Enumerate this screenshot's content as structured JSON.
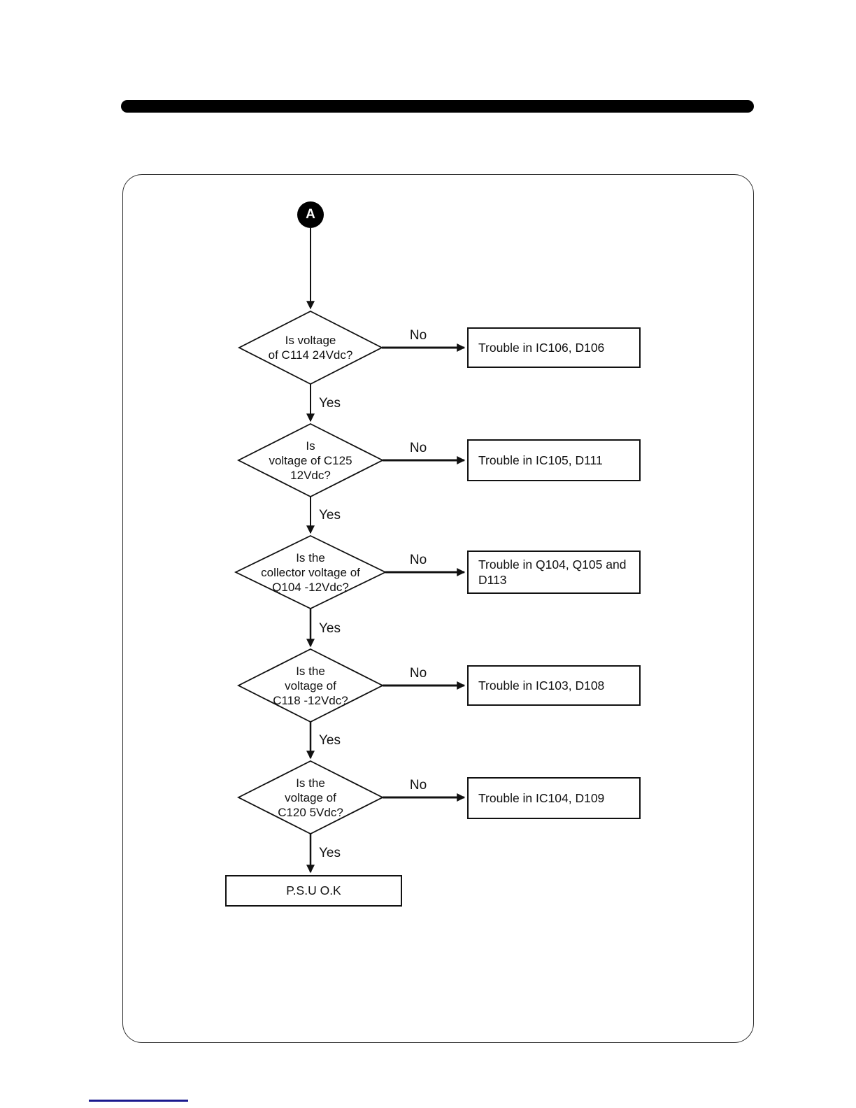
{
  "flowchart": {
    "entry_label": "A",
    "decisions": [
      {
        "question": "Is voltage\nof C114 24Vdc?",
        "no_label": "No",
        "yes_label": "Yes",
        "no_result": "Trouble in IC106, D106"
      },
      {
        "question": "Is\nvoltage of C125\n12Vdc?",
        "no_label": "No",
        "yes_label": "Yes",
        "no_result": "Trouble in IC105, D111"
      },
      {
        "question": "Is the\ncollector voltage of\nQ104 -12Vdc?",
        "no_label": "No",
        "yes_label": "Yes",
        "no_result": "Trouble in Q104, Q105 and\nD113"
      },
      {
        "question": "Is the\nvoltage of\nC118 -12Vdc?",
        "no_label": "No",
        "yes_label": "Yes",
        "no_result": "Trouble in IC103, D108"
      },
      {
        "question": "Is the\nvoltage of\nC120 5Vdc?",
        "no_label": "No",
        "yes_label": "Yes",
        "no_result": "Trouble in IC104, D109"
      }
    ],
    "final_result": "P.S.U O.K"
  },
  "colors": {
    "ink": "#111111",
    "footer_link_underline": "#1a1a8f"
  }
}
